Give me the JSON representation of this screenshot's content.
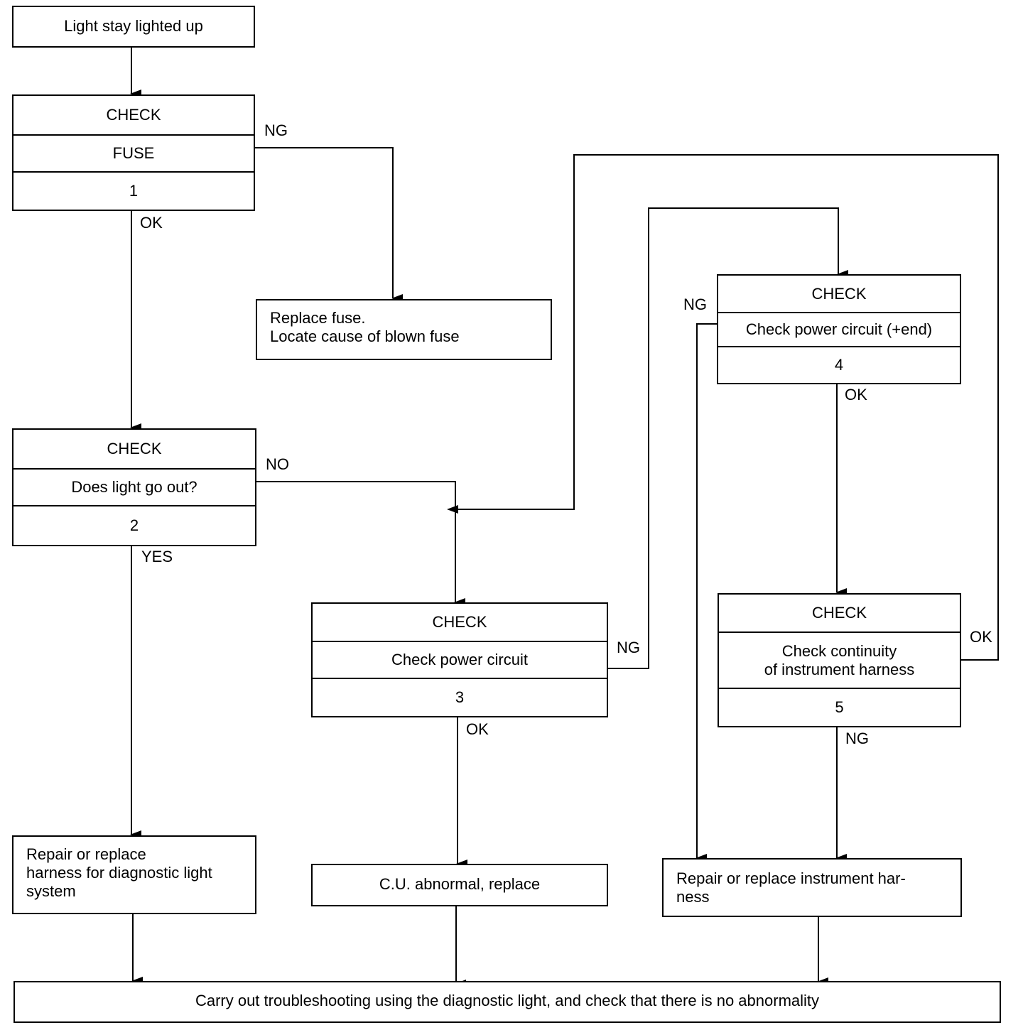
{
  "start": {
    "text": "Light stay lighted up"
  },
  "checks": [
    {
      "header": "CHECK",
      "body": "FUSE",
      "number": "1"
    },
    {
      "header": "CHECK",
      "body": "Does light go out?",
      "number": "2"
    },
    {
      "header": "CHECK",
      "body": "Check power circuit",
      "number": "3"
    },
    {
      "header": "CHECK",
      "body": "Check power circuit (+end)",
      "number": "4"
    },
    {
      "header": "CHECK",
      "body": "Check continuity\nof instrument harness",
      "number": "5"
    }
  ],
  "actions": {
    "replace_fuse": "Replace fuse.\nLocate cause of blown fuse",
    "repair_diag": "Repair or replace\nharness for diagnostic light\nsystem",
    "cu_replace": "C.U. abnormal, replace",
    "repair_instr": "Repair or replace instrument har-\nness",
    "final": "Carry out troubleshooting using the diagnostic light, and check that there is no abnormality"
  },
  "labels": {
    "c1_ng": "NG",
    "c1_ok": "OK",
    "c2_no": "NO",
    "c2_yes": "YES",
    "c3_ng": "NG",
    "c3_ok": "OK",
    "c4_ng": "NG",
    "c4_ok": "OK",
    "c5_ok": "OK",
    "c5_ng": "NG"
  }
}
